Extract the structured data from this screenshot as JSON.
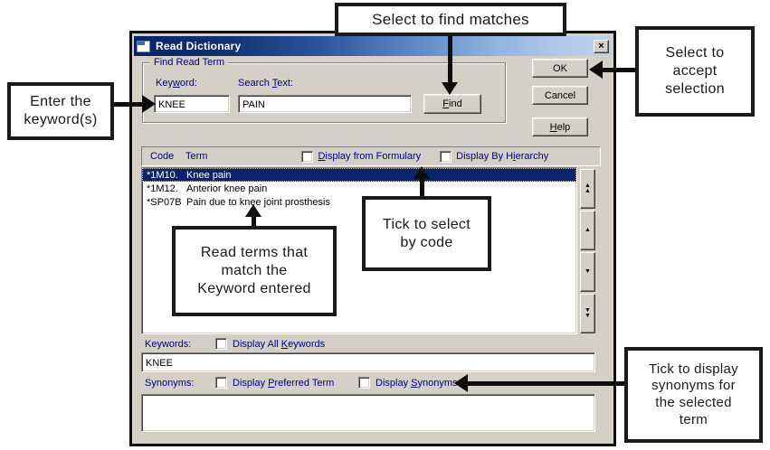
{
  "window": {
    "title": "Read Dictionary",
    "close_glyph": "×"
  },
  "find_group": {
    "legend": "Find Read Term",
    "keyword_label": {
      "pre": "Key",
      "accel": "w",
      "post": "ord:"
    },
    "keyword_value": "KNEE",
    "search_label": {
      "pre": "Search ",
      "accel": "T",
      "post": "ext:"
    },
    "search_value": "PAIN",
    "find_button": {
      "pre": "",
      "accel": "F",
      "post": "ind"
    }
  },
  "action_buttons": {
    "ok": "OK",
    "cancel": "Cancel",
    "help": {
      "pre": "",
      "accel": "H",
      "post": "elp"
    }
  },
  "results": {
    "columns": {
      "code": "Code",
      "term": "Term"
    },
    "display_from_formulary": {
      "pre": "",
      "accel": "D",
      "post": "isplay from Formulary"
    },
    "display_by_hierarchy": {
      "pre": "Display By H",
      "accel": "i",
      "post": "erarchy"
    },
    "rows": [
      {
        "code": "*1M10.",
        "term": "Knee pain",
        "selected": true
      },
      {
        "code": "*1M12.",
        "term": "Anterior knee pain",
        "selected": false
      },
      {
        "code": "*SP07B",
        "term": "Pain due to knee joint prosthesis",
        "selected": false
      }
    ],
    "scroll_buttons": [
      {
        "name": "scroll-to-top",
        "glyph": "▲\n▲"
      },
      {
        "name": "scroll-up",
        "glyph": "▲"
      },
      {
        "name": "scroll-down",
        "glyph": "▼"
      },
      {
        "name": "scroll-to-bottom",
        "glyph": "▼\n▼"
      }
    ]
  },
  "keywords": {
    "label": "Keywords:",
    "display_all": {
      "pre": "Display All ",
      "accel": "K",
      "post": "eywords"
    },
    "value": "KNEE"
  },
  "synonyms": {
    "label": "Synonyms:",
    "display_preferred": {
      "pre": "Display ",
      "accel": "P",
      "post": "referred Term"
    },
    "display_synonyms": {
      "pre": "Display ",
      "accel": "S",
      "post": "ynonyms"
    },
    "value": ""
  },
  "callouts": {
    "find": "Select to find matches",
    "accept": "Select to\naccept\nselection",
    "keyword": "Enter the\nkeyword(s)",
    "read_terms": "Read terms that\nmatch the\nKeyword entered",
    "tick_code": "Tick to select\nby code",
    "tick_synonyms": "Tick to display\nsynonyms for\nthe selected\nterm"
  },
  "colors": {
    "titlebar_left": "#0a246a",
    "titlebar_right": "#bdd1e9",
    "label_navy": "#000080",
    "selection_navy": "#0a246a",
    "dialog_bg": "#d4d0c8",
    "callout_border": "#1a1a1a"
  }
}
